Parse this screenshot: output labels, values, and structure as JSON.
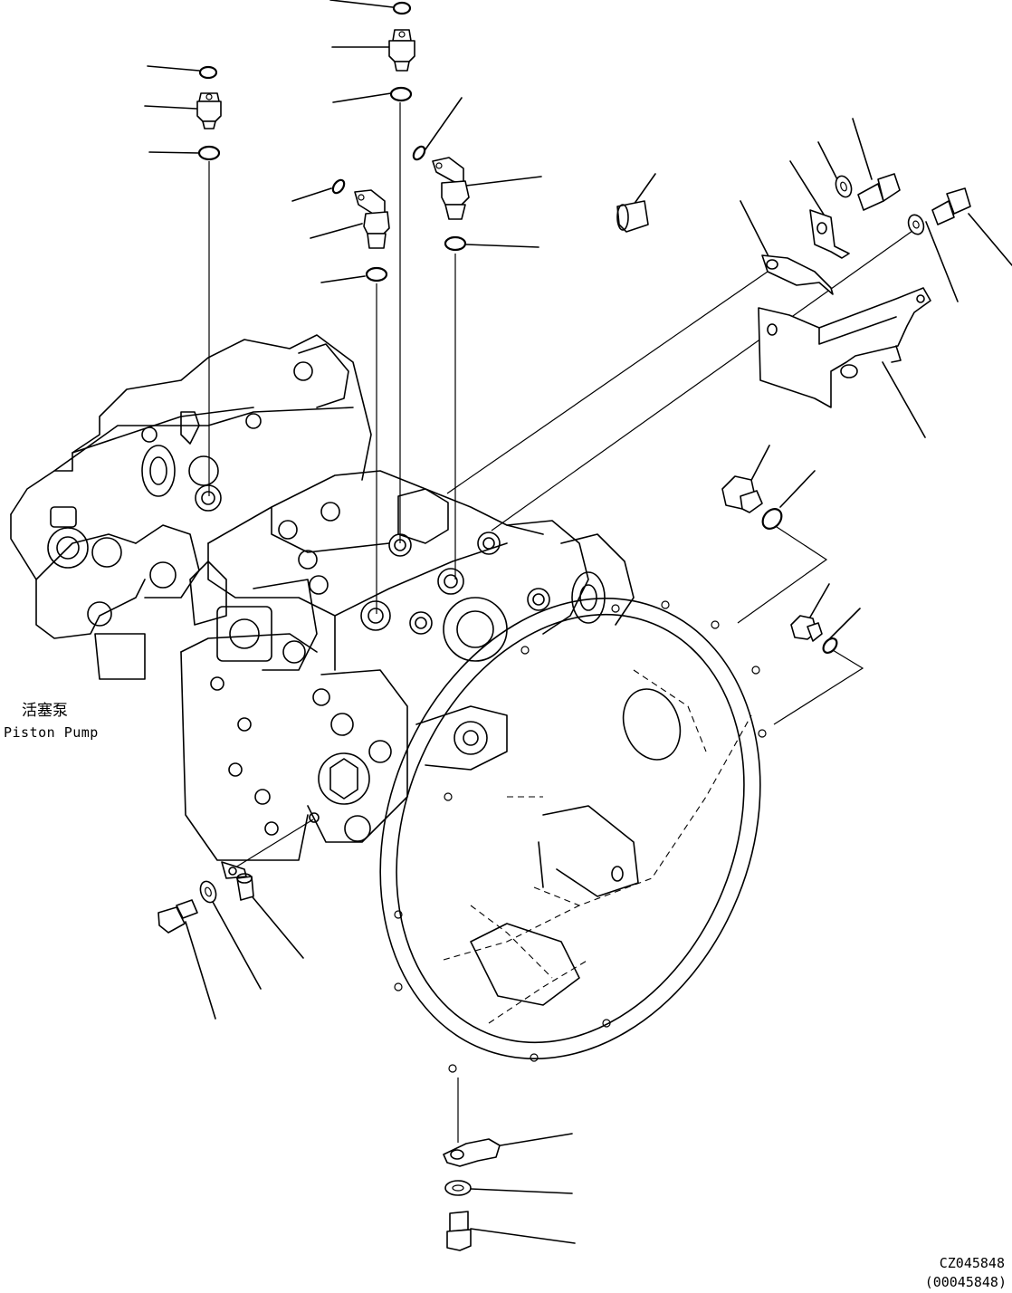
{
  "labels": {
    "component_cn": "活塞泵",
    "component_en": "Piston Pump",
    "drawing_code": "CZ045848",
    "drawing_code_alt": "(00045848)"
  },
  "colors": {
    "line": "#000000",
    "background": "#ffffff"
  },
  "icons": {
    "o_ring": "o-ring-icon",
    "fitting": "fitting-icon",
    "elbow": "elbow-fitting-icon",
    "bolt": "bolt-icon",
    "washer": "washer-icon",
    "clip": "clamp-icon",
    "bracket": "bracket-icon",
    "plug": "plug-icon"
  }
}
